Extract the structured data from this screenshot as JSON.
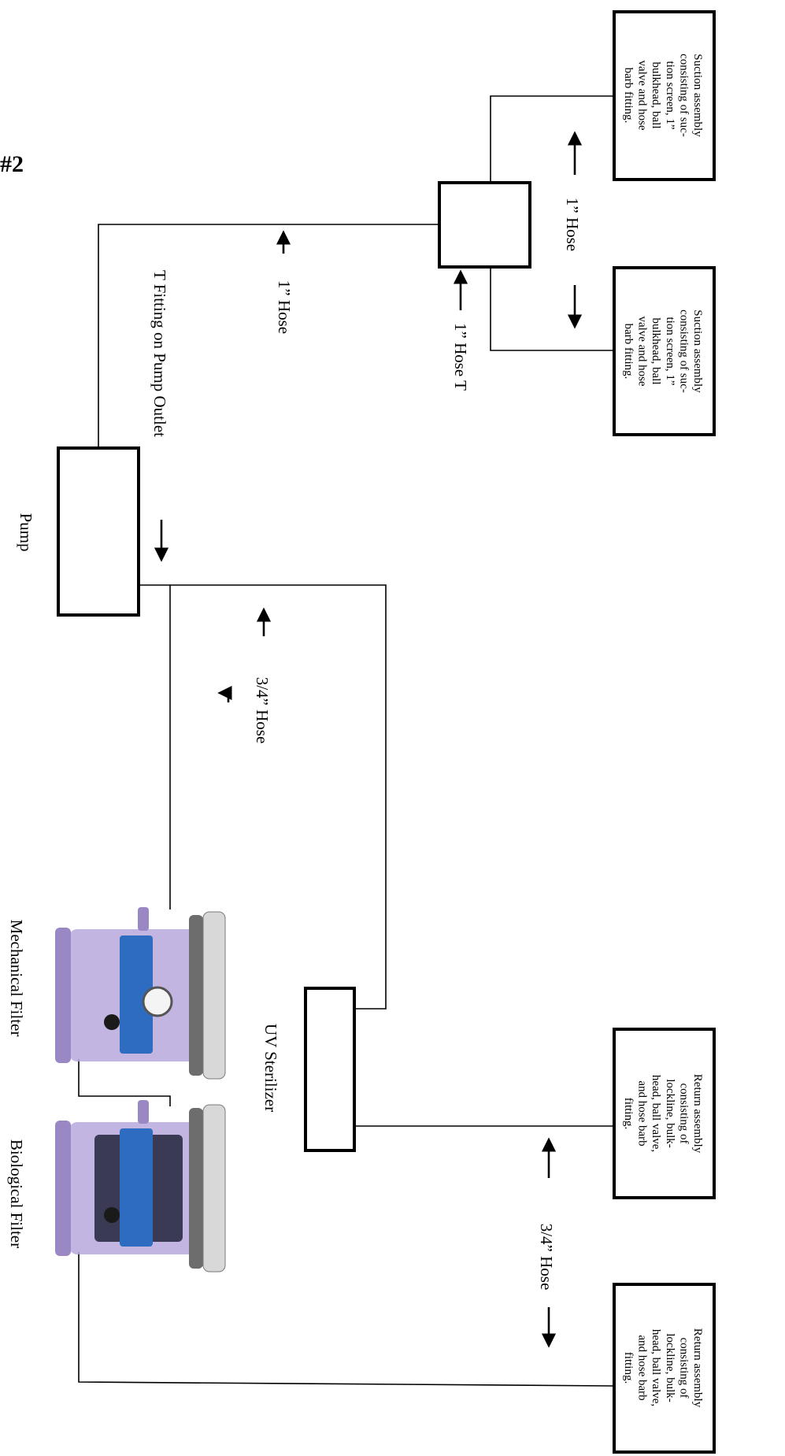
{
  "figure_label": "#2",
  "colors": {
    "line": "#000000",
    "filter_body": "#b9a8dc",
    "filter_ring": "#9a88c4",
    "filter_label": "#2d6cc0",
    "filter_bio_dark": "#3a3a55",
    "filter_rim": "#d8d8d8"
  },
  "labels": {
    "pump": "Pump",
    "t_fitting": "T Fitting on Pump Outlet",
    "hose_one_inch_a": "1” Hose",
    "hose_one_inch_b": "1” Hose",
    "hose_t": "1” Hose T",
    "hose_three_quarter_a": "3/4” Hose",
    "hose_three_quarter_b": "3/4” Hose",
    "uv_sterilizer": "UV Sterilizer",
    "mechanical_filter": "Mechanical Filter",
    "biological_filter": "Biological Filter"
  },
  "suction_assembly": {
    "lines": [
      "Suction assembly",
      "consisting of suc-",
      "tion screen, 1”",
      "bulkhead, ball",
      "valve and hose",
      "barb fitting."
    ]
  },
  "return_assembly": {
    "lines": [
      "Return assembly",
      "consisting of",
      "lockline, bulk-",
      "head, ball valve,",
      "and hose barb",
      "fitting."
    ]
  },
  "icons": {
    "arrow": "arrow-icon",
    "filter": "canister-filter-icon"
  }
}
